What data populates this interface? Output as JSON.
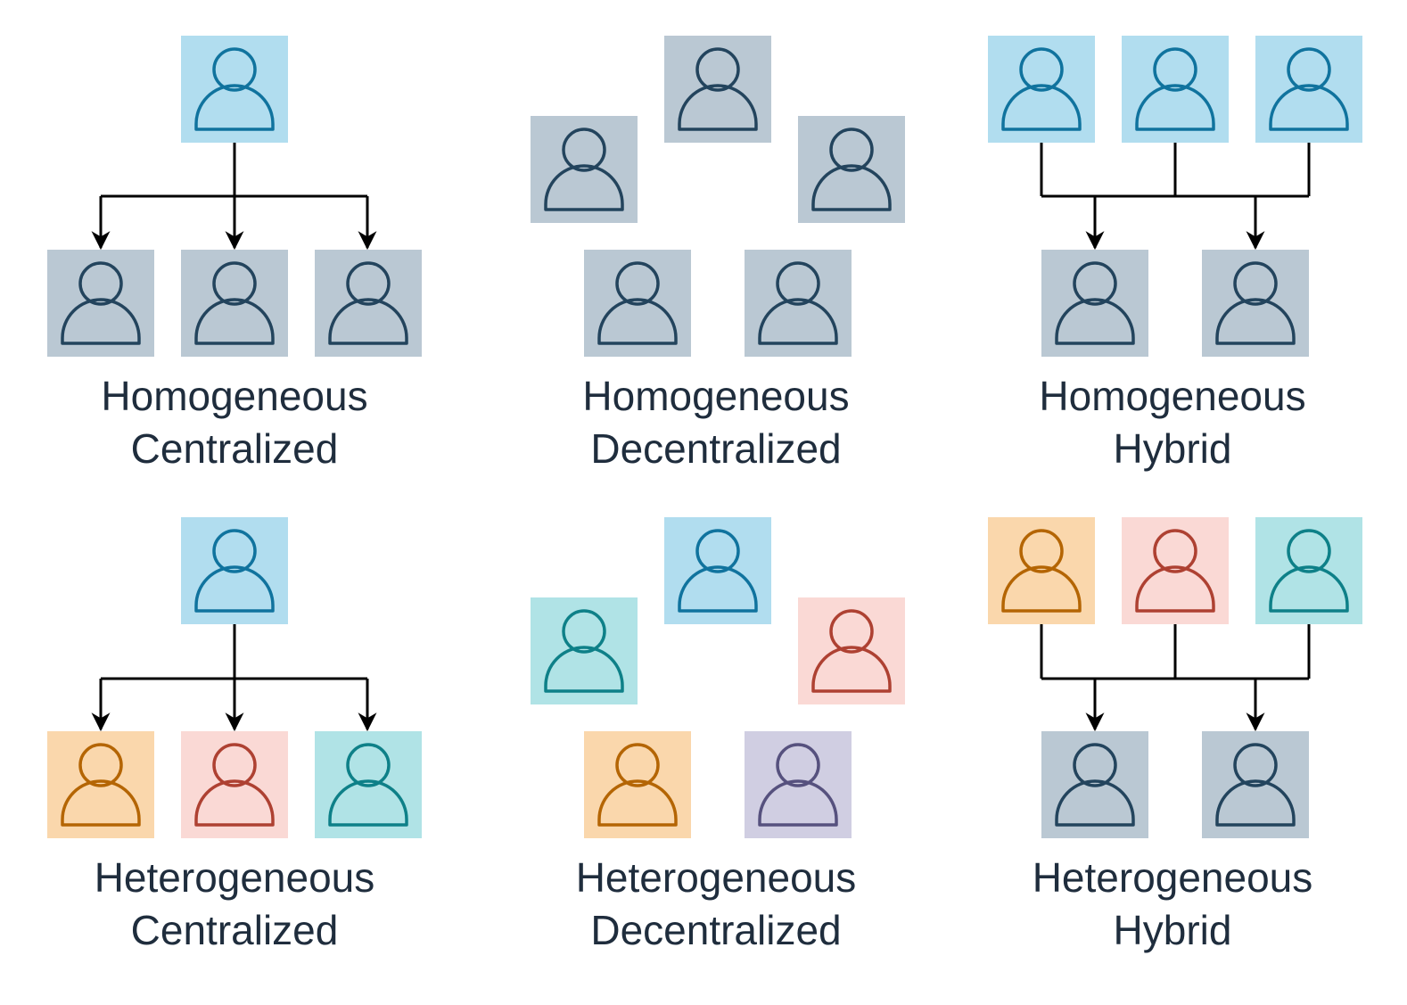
{
  "palette": {
    "blue": {
      "fill": "#b1ddef",
      "stroke": "#10739e"
    },
    "gray": {
      "fill": "#bac8d3",
      "stroke": "#23445d"
    },
    "orange": {
      "fill": "#fad7ac",
      "stroke": "#b46504"
    },
    "red": {
      "fill": "#fad9d5",
      "stroke": "#ae4132"
    },
    "teal": {
      "fill": "#b0e3e6",
      "stroke": "#0e8088"
    },
    "purple": {
      "fill": "#d0cee2",
      "stroke": "#56517e"
    },
    "arrow": "#000000"
  },
  "agent_icon": "person-icon",
  "panels": {
    "homo_central": {
      "line1": "Homogeneous",
      "line2": "Centralized"
    },
    "homo_decentral": {
      "line1": "Homogeneous",
      "line2": "Decentralized"
    },
    "homo_hybrid": {
      "line1": "Homogeneous",
      "line2": "Hybrid"
    },
    "hetero_central": {
      "line1": "Heterogeneous",
      "line2": "Centralized"
    },
    "hetero_decentral": {
      "line1": "Heterogeneous",
      "line2": "Decentralized"
    },
    "hetero_hybrid": {
      "line1": "Heterogeneous",
      "line2": "Hybrid"
    }
  }
}
